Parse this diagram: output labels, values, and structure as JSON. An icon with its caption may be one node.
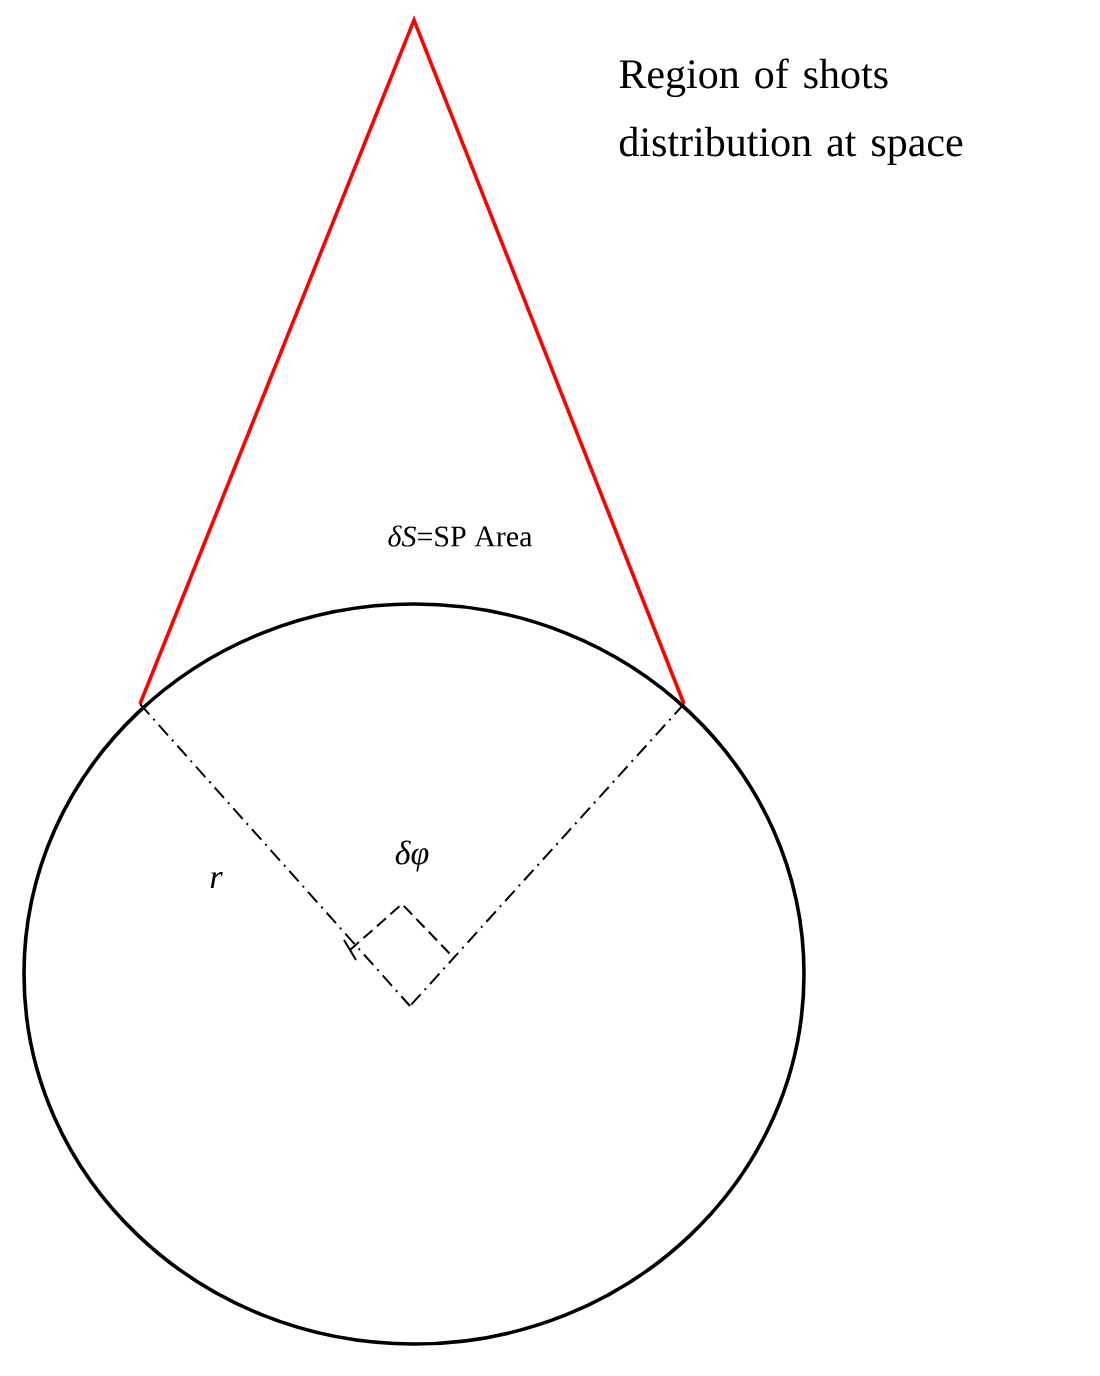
{
  "diagram": {
    "labels": [
      "Region of shots distribution at space",
      "*δS*=SP Area",
      "r",
      "δφ"
    ]
  }
}
